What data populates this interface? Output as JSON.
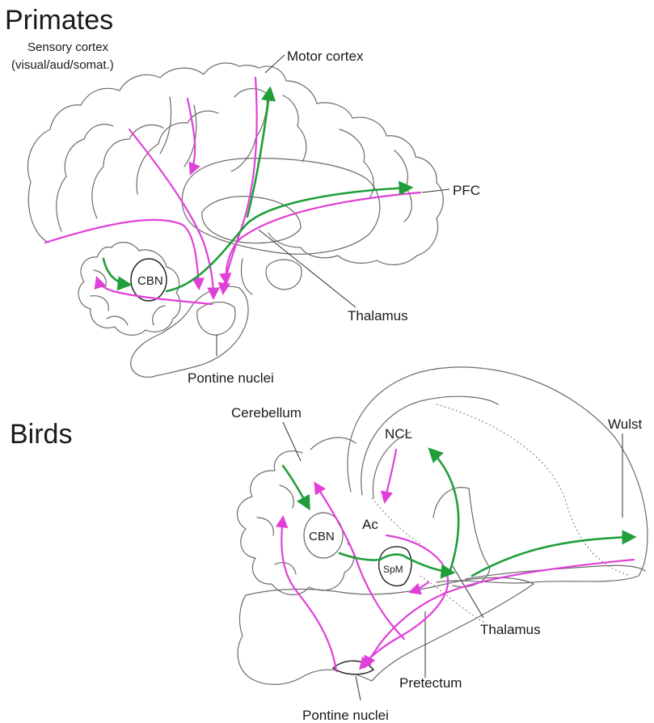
{
  "colors": {
    "magenta": "#e040d8",
    "green": "#1f9e3a",
    "outline": "#6b6b6b"
  },
  "primates": {
    "title": "Primates",
    "sensory_cortex": "Sensory cortex",
    "sensory_cortex_sub": "(visual/aud/somat.)",
    "motor_cortex": "Motor cortex",
    "pfc": "PFC",
    "cbn": "CBN",
    "thalamus": "Thalamus",
    "pontine_nuclei": "Pontine nuclei"
  },
  "birds": {
    "title": "Birds",
    "cerebellum": "Cerebellum",
    "ncl": "NCL",
    "ac": "Ac",
    "wulst": "Wulst",
    "cbn": "CBN",
    "spm": "SpM",
    "thalamus": "Thalamus",
    "pretectum": "Pretectum",
    "pontine_nuclei": "Pontine nuclei"
  }
}
